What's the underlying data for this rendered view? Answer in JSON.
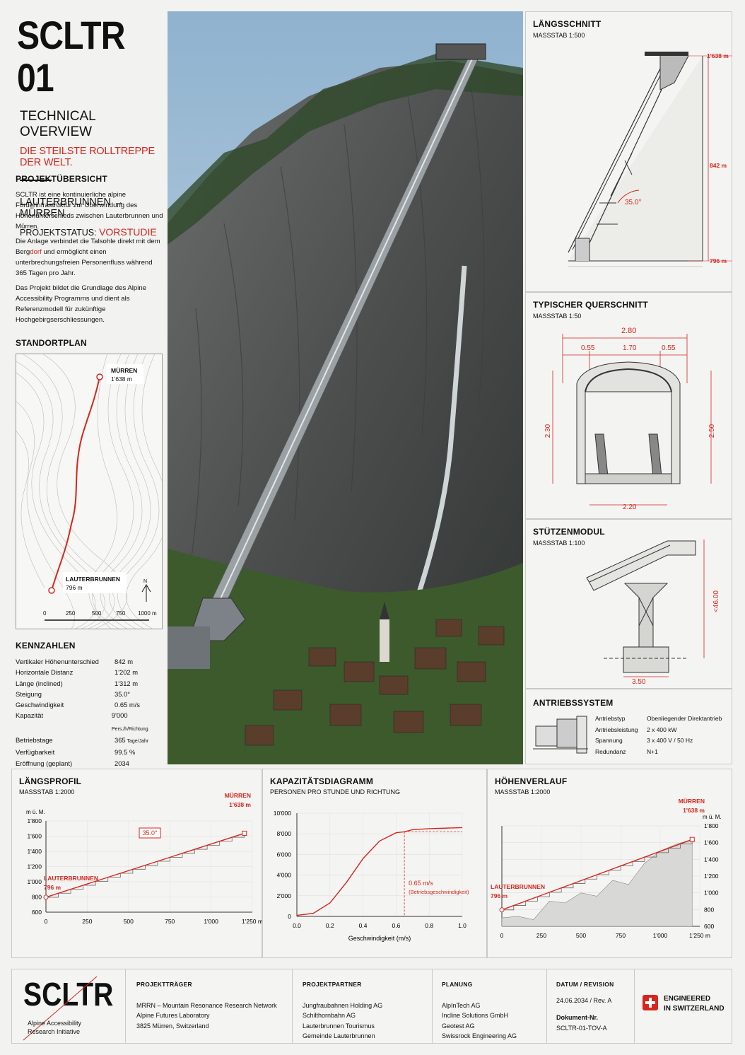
{
  "header": {
    "title": "SCLTR 01",
    "subtitle": "TECHNICAL OVERVIEW",
    "tagline": "DIE STEILSTE ROLLTREPPE DER WELT.",
    "route": "LAUTERBRUNNEN → MÜRREN",
    "status_label": "PROJEKTSTATUS:",
    "status_value": "VORSTUDIE"
  },
  "overview": {
    "title": "PROJEKTÜBERSICHT",
    "p1": "SCLTR ist eine kontinuierliche alpine Förderinfrastruktur zur Überwindung des Höhenunterschieds zwischen Lauterbrunnen und Mürren.",
    "p2_a": "Die Anlage verbindet die Talsohle direkt mit dem Berg",
    "p2_b": "dorf",
    "p2_c": " und ermöglicht einen unterbrechungsfreien Personenfluss während 365 Tagen pro Jahr.",
    "p3": "Das Projekt bildet die Grundlage des Alpine Accessibility Programms und dient als Referenzmodell für zukünftige Hochgebirgserschliessungen."
  },
  "site": {
    "title": "STANDORTPLAN",
    "top_name": "MÜRREN",
    "top_elev": "1'638 m",
    "bottom_name": "LAUTERBRUNNEN",
    "bottom_elev": "796 m",
    "north": "N",
    "scale": [
      "0",
      "250",
      "500",
      "750",
      "1000 m"
    ]
  },
  "kennzahlen": {
    "title": "KENNZAHLEN",
    "rows": [
      {
        "k": "Vertikaler Höhenunterschied",
        "v": "842 m"
      },
      {
        "k": "Horizontale Distanz",
        "v": "1'202 m"
      },
      {
        "k": "Länge (inclined)",
        "v": "1'312 m"
      },
      {
        "k": "Steigung",
        "v": "35.0°"
      },
      {
        "k": "Geschwindigkeit",
        "v": "0.65 m/s"
      },
      {
        "k": "Kapazität",
        "v": "9'000",
        "u": "Pers./h/Richtung"
      },
      {
        "k": "Betriebstage",
        "v": "365",
        "u": "Tage/Jahr"
      },
      {
        "k": "Verfügbarkeit",
        "v": "99.5 %"
      },
      {
        "k": "Eröffnung (geplant)",
        "v": "2034"
      }
    ]
  },
  "laengsschnitt": {
    "title": "LÄNGSSCHNITT",
    "scale": "MASSSTAB 1:500",
    "e_top": "1'638 m",
    "e_mid": "842 m",
    "e_bot": "796 m",
    "angle": "35.0°"
  },
  "querschnitt": {
    "title": "TYPISCHER QUERSCHNITT",
    "scale": "MASSSTAB 1:50",
    "w_total": "2.80",
    "w_side1": "0.55",
    "w_mid": "1.70",
    "w_side2": "0.55",
    "h_left": "2.30",
    "h_right": "2.50",
    "w_base": "2.20"
  },
  "stuetzen": {
    "title": "STÜTZENMODUL",
    "scale": "MASSSTAB 1:100",
    "height": "<46.00",
    "base": "3.50"
  },
  "antrieb": {
    "title": "ANTRIEBSSYSTEM",
    "rows": [
      {
        "k": "Antriebstyp",
        "v": "Obenliegender Direktantrieb"
      },
      {
        "k": "Antriebsleistung",
        "v": "2 x 400 kW"
      },
      {
        "k": "Spannung",
        "v": "3 x 400 V / 50 Hz"
      },
      {
        "k": "Redundanz",
        "v": "N+1"
      }
    ]
  },
  "laengsprofil": {
    "title": "LÄNGSPROFIL",
    "scale": "MASSSTAB 1:2000",
    "unit": "m ü. M.",
    "yticks": [
      "1'800",
      "1'600",
      "1'400",
      "1'200",
      "1'000",
      "800",
      "600"
    ],
    "xticks": [
      "0",
      "250",
      "500",
      "750",
      "1'000",
      "1'250 m"
    ],
    "top_name": "MÜRREN",
    "top_elev": "1'638 m",
    "bot_name": "LAUTERBRUNNEN",
    "bot_elev": "796 m",
    "angle": "35.0°"
  },
  "kapazitaet": {
    "title": "KAPAZITÄTSDIAGRAMM",
    "subtitle": "PERSONEN PRO STUNDE UND RICHTUNG",
    "yticks": [
      "10'000",
      "8'000",
      "6'000",
      "4'000",
      "2'000",
      "0"
    ],
    "xticks": [
      "0.0",
      "0.2",
      "0.4",
      "0.6",
      "0.8",
      "1.0"
    ],
    "xlabel": "Geschwindigkeit (m/s)",
    "annot_value": "0.65 m/s",
    "annot_label": "(Betriebsgeschwindigkeit)"
  },
  "hoehen": {
    "title": "HÖHENVERLAUF",
    "scale": "MASSSTAB 1:2000",
    "unit": "m ü. M.",
    "yticks": [
      "1'800",
      "1'600",
      "1'400",
      "1'200",
      "1'000",
      "800",
      "600"
    ],
    "xticks": [
      "0",
      "250",
      "500",
      "750",
      "1'000",
      "1'250 m"
    ],
    "top_name": "MÜRREN",
    "top_elev": "1'638 m",
    "bot_name": "LAUTERBRUNNEN",
    "bot_elev": "796 m"
  },
  "footer": {
    "logo": "SCLTR",
    "org1": "Alpine Accessibility",
    "org2": "Research Initiative",
    "traeger_h": "PROJEKTTRÄGER",
    "traeger": [
      "MRRN – Mountain Resonance Research Network",
      "Alpine Futures Laboratory",
      "3825 Mürren, Switzerland"
    ],
    "partner_h": "PROJEKTPARTNER",
    "partner": [
      "Jungfraubahnen Holding AG",
      "Schilthornbahn AG",
      "Lauterbrunnen Tourismus",
      "Gemeinde Lauterbrunnen"
    ],
    "planung_h": "PLANUNG",
    "planung": [
      "AlpInTech AG",
      "Incline Solutions GmbH",
      "Geotest AG",
      "Swissrock Engineering AG"
    ],
    "datum_h": "DATUM / REVISION",
    "datum": "24.06.2034 / Rev. A",
    "doc_h": "Dokument-Nr.",
    "doc": "SCLTR-01-TOV-A",
    "swiss1": "ENGINEERED",
    "swiss2": "IN SWITZERLAND"
  },
  "chart_data": [
    {
      "type": "line",
      "title": "LÄNGSPROFIL",
      "ylabel": "m ü. M.",
      "x": [
        0,
        1202
      ],
      "y": [
        796,
        1638
      ],
      "xlim": [
        0,
        1250
      ],
      "ylim": [
        600,
        1800
      ]
    },
    {
      "type": "line",
      "title": "KAPAZITÄTSDIAGRAMM",
      "xlabel": "Geschwindigkeit (m/s)",
      "x": [
        0,
        0.1,
        0.2,
        0.3,
        0.4,
        0.5,
        0.6,
        0.65,
        0.7,
        0.8,
        1.0
      ],
      "y": [
        100,
        300,
        1300,
        3300,
        5600,
        7300,
        8100,
        8200,
        8400,
        8500,
        8600
      ],
      "xlim": [
        0,
        1.0
      ],
      "ylim": [
        0,
        10000
      ]
    },
    {
      "type": "area",
      "title": "HÖHENVERLAUF",
      "ylabel": "m ü. M.",
      "x": [
        0,
        1202
      ],
      "y": [
        796,
        1638
      ],
      "xlim": [
        0,
        1250
      ],
      "ylim": [
        600,
        1800
      ]
    }
  ],
  "colors": {
    "accent": "#d7261e"
  }
}
